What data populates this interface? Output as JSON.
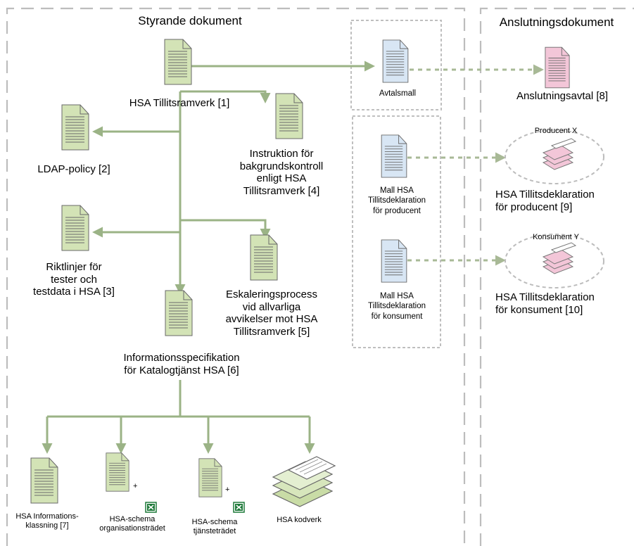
{
  "sections": {
    "left_title": "Styrande dokument",
    "right_title": "Anslutningsdokument"
  },
  "documents": {
    "tillitsramverk": "HSA Tillitsramverk [1]",
    "ldap_policy": "LDAP-policy [2]",
    "riktlinjer": "Riktlinjer för\ntester och\ntestdata i HSA [3]",
    "instruktion": "Instruktion för\nbakgrundskontroll\nenligt HSA\nTillitsramverk [4]",
    "eskalering": "Eskaleringsprocess\nvid allvarliga\navvikelser mot HSA\nTillitsramverk [5]",
    "informationsspec": "Informationsspecifikation\nför Katalogtjänst HSA [6]",
    "informationsklassning": "HSA Informations-\nklassning [7]",
    "schema_org": "HSA-schema\norganisationsträdet",
    "schema_tjanst": "HSA-schema\ntjänsteträdet",
    "kodverk": "HSA kodverk"
  },
  "templates": {
    "avtalsmall": "Avtalsmall",
    "mall_producent": "Mall HSA\nTillitsdeklaration\nför producent",
    "mall_konsument": "Mall HSA\nTillitsdeklaration\nför konsument"
  },
  "connection": {
    "anslutningsavtal": "Anslutningsavtal [8]",
    "producent_group": "Producent X",
    "producent_decl": "HSA Tillitsdeklaration\nför producent [9]",
    "konsument_group": "Konsument Y",
    "konsument_decl": "HSA Tillitsdeklaration\nför konsument [10]"
  },
  "symbols": {
    "plus": "+"
  },
  "colors": {
    "connector": "#9bb386",
    "dashed_connector": "#a8b996",
    "doc_green": "#d3e3b6",
    "doc_blue": "#d8e6f4",
    "doc_pink": "#f3c6d8",
    "border_dash": "#bdbdbd",
    "excel_green": "#1f7a3a"
  }
}
